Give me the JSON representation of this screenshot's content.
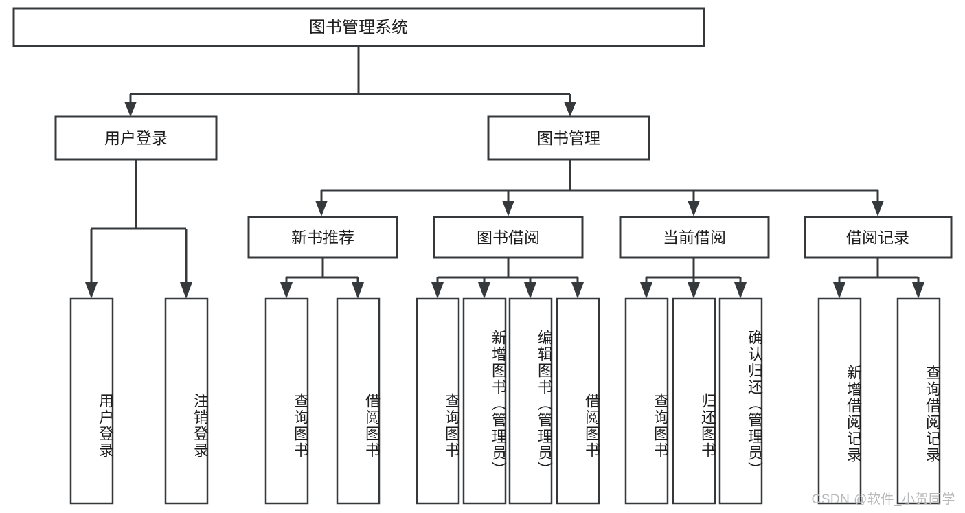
{
  "diagram": {
    "title": "图书管理系统",
    "type": "hierarchy-tree",
    "watermark": "CSDN @软件_小贺同学",
    "colors": {
      "box_stroke": "#36393b",
      "box_fill": "#ffffff",
      "text": "#1d1d1d",
      "watermark": "#b8b8b8",
      "background": "#ffffff"
    },
    "root": {
      "label": "图书管理系统"
    },
    "level2": [
      {
        "label": "用户登录"
      },
      {
        "label": "图书管理"
      }
    ],
    "level3": [
      {
        "label": "新书推荐"
      },
      {
        "label": "图书借阅"
      },
      {
        "label": "当前借阅"
      },
      {
        "label": "借阅记录"
      }
    ],
    "leaves": {
      "user_login": [
        {
          "label": "用户登录"
        },
        {
          "label": "注销登录"
        }
      ],
      "new_book_recommend": [
        {
          "label": "查询图书"
        },
        {
          "label": "借阅图书"
        }
      ],
      "book_borrow": [
        {
          "label": "查询图书"
        },
        {
          "label": "新增图书（管理员）"
        },
        {
          "label": "编辑图书（管理员）"
        },
        {
          "label": "借阅图书"
        }
      ],
      "current_borrow": [
        {
          "label": "查询图书"
        },
        {
          "label": "归还图书"
        },
        {
          "label": "确认归还（管理员）"
        }
      ],
      "borrow_record": [
        {
          "label": "新增借阅记录"
        },
        {
          "label": "查询借阅记录"
        }
      ]
    }
  }
}
